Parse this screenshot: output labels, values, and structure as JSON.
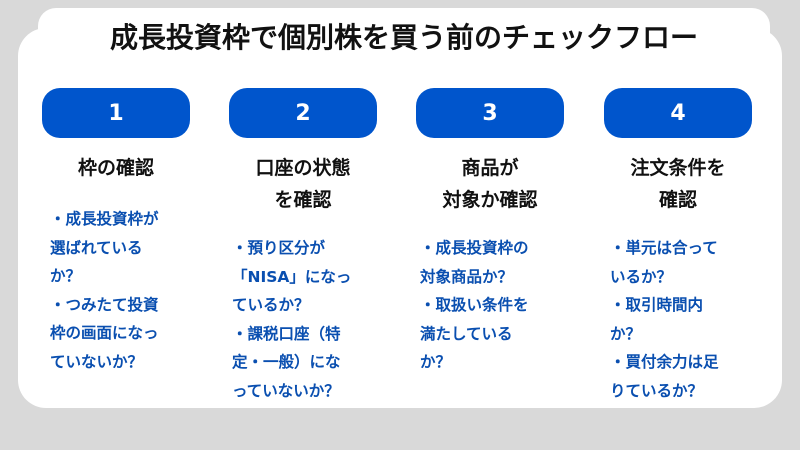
{
  "title": "成長投資枠で個別株を買う前のチェックフロー",
  "colors": {
    "background": "#d9d9d9",
    "card": "#ffffff",
    "accent": "#0055cc",
    "body_text": "#0a4fb0",
    "title_text": "#111111"
  },
  "steps": [
    {
      "number": "1",
      "title": "枠の確認",
      "body": "・成長投資枠が\n選ばれている\nか？\n・つみたて投資\n枠の画面になっ\nていないか？"
    },
    {
      "number": "2",
      "title": "口座の状態\nを確認",
      "body": "・預り区分が\n「NISA」になっ\nているか？\n・課税口座（特\n定・一般）にな\nっていないか？"
    },
    {
      "number": "3",
      "title": "商品が\n対象か確認",
      "body": "・成長投資枠の\n対象商品か？\n・取扱い条件を\n満たしている\nか？"
    },
    {
      "number": "4",
      "title": "注文条件を\n確認",
      "body": "・単元は合って\nいるか？\n・取引時間内\nか？\n・買付余力は足\nりているか？"
    }
  ]
}
